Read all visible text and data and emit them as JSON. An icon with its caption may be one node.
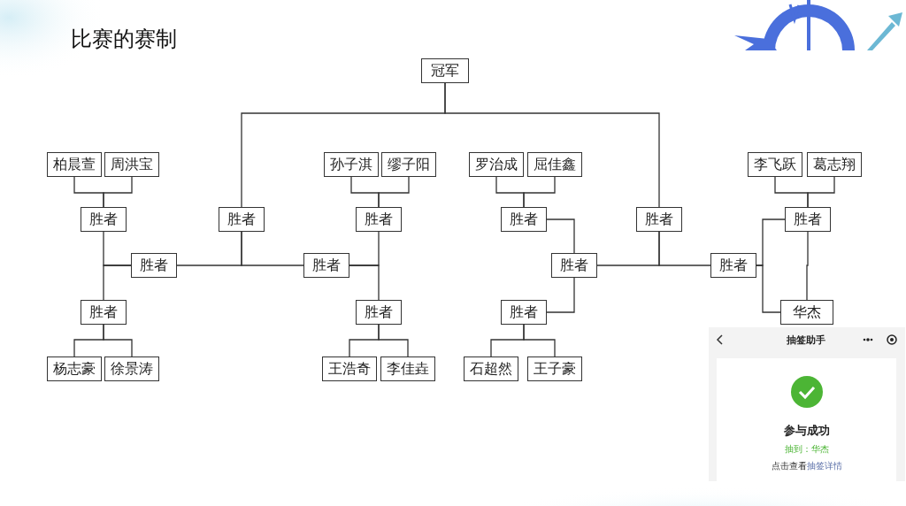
{
  "diagram": {
    "title": "比赛的赛制",
    "nodes": [
      {
        "text": [
          "冠军"
        ]
      },
      {
        "text": [
          "柏晨萱"
        ]
      },
      {
        "text": [
          "周洪宝"
        ]
      },
      {
        "text": [
          "孙子淇"
        ]
      },
      {
        "text": [
          "缪子阳"
        ]
      },
      {
        "text": [
          "罗治成"
        ]
      },
      {
        "text": [
          "屈佳鑫"
        ]
      },
      {
        "text": [
          "李飞跃"
        ]
      },
      {
        "text": [
          "葛志翔"
        ]
      },
      {
        "text": [
          "胜者"
        ]
      },
      {
        "text": [
          "胜者"
        ]
      },
      {
        "text": [
          "胜者"
        ]
      },
      {
        "text": [
          "胜者"
        ]
      },
      {
        "text": [
          "胜者"
        ]
      },
      {
        "text": [
          "胜者"
        ]
      },
      {
        "text": [
          "胜者"
        ]
      },
      {
        "text": [
          "胜者"
        ]
      },
      {
        "text": [
          "胜者"
        ]
      },
      {
        "text": [
          "胜者"
        ]
      },
      {
        "text": [
          "胜者"
        ]
      },
      {
        "text": [
          "胜者"
        ]
      },
      {
        "text": [
          "胜者"
        ]
      },
      {
        "text": [
          "华杰"
        ]
      },
      {
        "text": [
          "杨志豪"
        ]
      },
      {
        "text": [
          "徐景涛"
        ]
      },
      {
        "text": [
          "王浩奇"
        ]
      },
      {
        "text": [
          "李佳垚"
        ]
      },
      {
        "text": [
          "石超然"
        ]
      },
      {
        "text": [
          "王子豪"
        ]
      }
    ],
    "edges": [
      {
        "from": 1,
        "to": 9,
        "arrow": "none"
      },
      {
        "from": 2,
        "to": 9,
        "arrow": "none"
      },
      {
        "from": 3,
        "to": 11,
        "arrow": "none"
      },
      {
        "from": 4,
        "to": 11,
        "arrow": "none"
      },
      {
        "from": 5,
        "to": 12,
        "arrow": "none"
      },
      {
        "from": 6,
        "to": 12,
        "arrow": "none"
      },
      {
        "from": 7,
        "to": 14,
        "arrow": "none"
      },
      {
        "from": 8,
        "to": 14,
        "arrow": "none"
      },
      {
        "from": 23,
        "to": 19,
        "arrow": "none"
      },
      {
        "from": 24,
        "to": 19,
        "arrow": "none"
      },
      {
        "from": 25,
        "to": 20,
        "arrow": "none"
      },
      {
        "from": 26,
        "to": 20,
        "arrow": "none"
      },
      {
        "from": 27,
        "to": 21,
        "arrow": "none"
      },
      {
        "from": 28,
        "to": 21,
        "arrow": "none"
      },
      {
        "from": 9,
        "to": 15,
        "arrow": "none"
      },
      {
        "from": 19,
        "to": 15,
        "arrow": "none"
      },
      {
        "from": 11,
        "to": 16,
        "arrow": "none"
      },
      {
        "from": 20,
        "to": 16,
        "arrow": "none"
      },
      {
        "from": 12,
        "to": 17,
        "arrow": "none"
      },
      {
        "from": 21,
        "to": 17,
        "arrow": "none"
      },
      {
        "from": 15,
        "to": 10,
        "arrow": "none"
      },
      {
        "from": 16,
        "to": 10,
        "arrow": "none"
      },
      {
        "from": 17,
        "to": 13,
        "arrow": "none"
      },
      {
        "from": 18,
        "to": 13,
        "arrow": "none"
      },
      {
        "from": 14,
        "to": 18,
        "arrow": "none"
      },
      {
        "from": 22,
        "to": 18,
        "arrow": "none"
      },
      {
        "from": 14,
        "to": 22,
        "arrow": "none"
      },
      {
        "from": 10,
        "to": 0,
        "arrow": "none"
      },
      {
        "from": 13,
        "to": 0,
        "arrow": "none"
      }
    ],
    "labels": [
      "抽签助手",
      "参与成功",
      "抽到：华杰",
      "点击查看",
      "抽签详情"
    ]
  }
}
